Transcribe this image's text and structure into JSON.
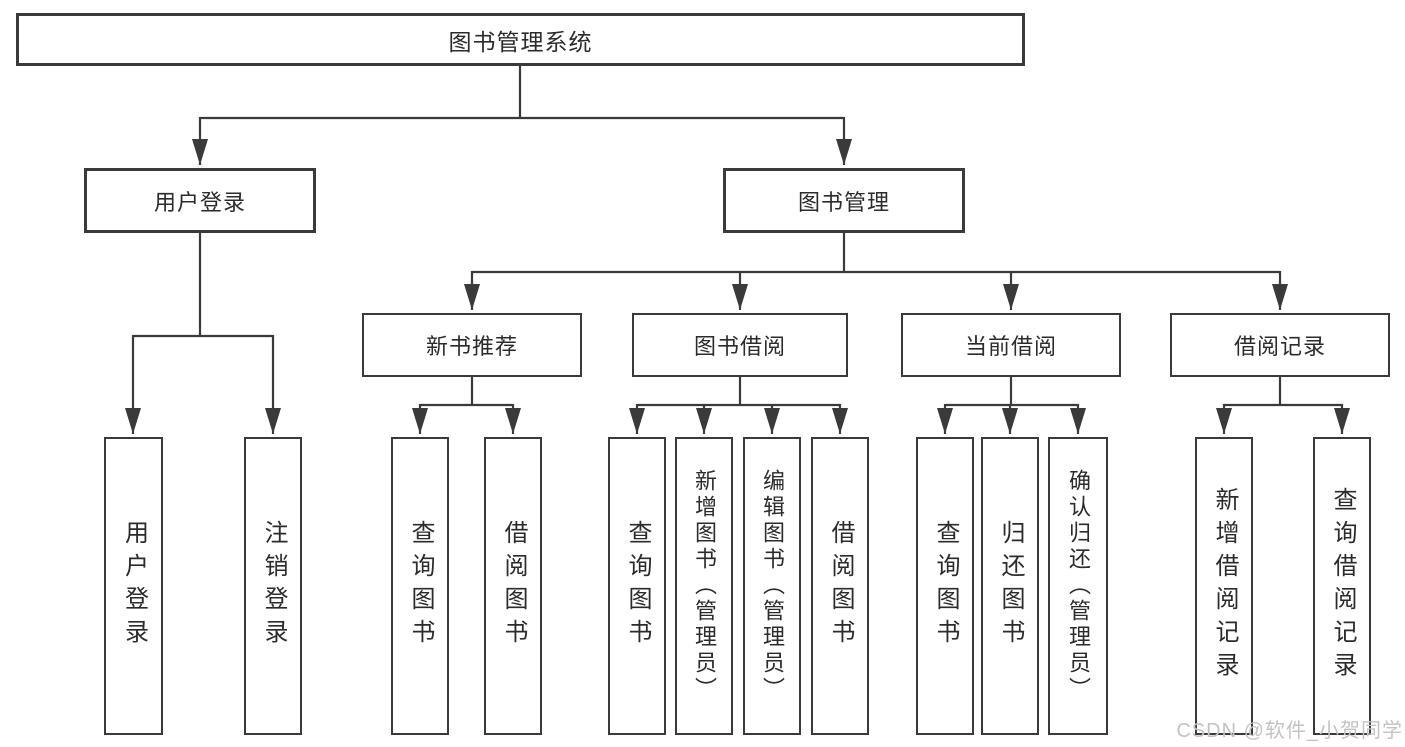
{
  "diagram": {
    "root": {
      "label": "图书管理系统"
    },
    "branches": [
      {
        "label": "用户登录",
        "children": [
          {
            "label": "用户登录"
          },
          {
            "label": "注销登录"
          }
        ]
      },
      {
        "label": "图书管理",
        "children": [
          {
            "label": "新书推荐",
            "children": [
              {
                "label": "查询图书"
              },
              {
                "label": "借阅图书"
              }
            ]
          },
          {
            "label": "图书借阅",
            "children": [
              {
                "label": "查询图书"
              },
              {
                "label": "新增图书（管理员）"
              },
              {
                "label": "编辑图书（管理员）"
              },
              {
                "label": "借阅图书"
              }
            ]
          },
          {
            "label": "当前借阅",
            "children": [
              {
                "label": "查询图书"
              },
              {
                "label": "归还图书"
              },
              {
                "label": "确认归还（管理员）"
              }
            ]
          },
          {
            "label": "借阅记录",
            "children": [
              {
                "label": "新增借阅记录"
              },
              {
                "label": "查询借阅记录"
              }
            ]
          }
        ]
      }
    ]
  },
  "watermark": {
    "text": "CSDN @软件_小贺同学"
  },
  "colors": {
    "line": "#3a3a3a",
    "background": "#ffffff",
    "watermark": "#c3c3c3"
  }
}
